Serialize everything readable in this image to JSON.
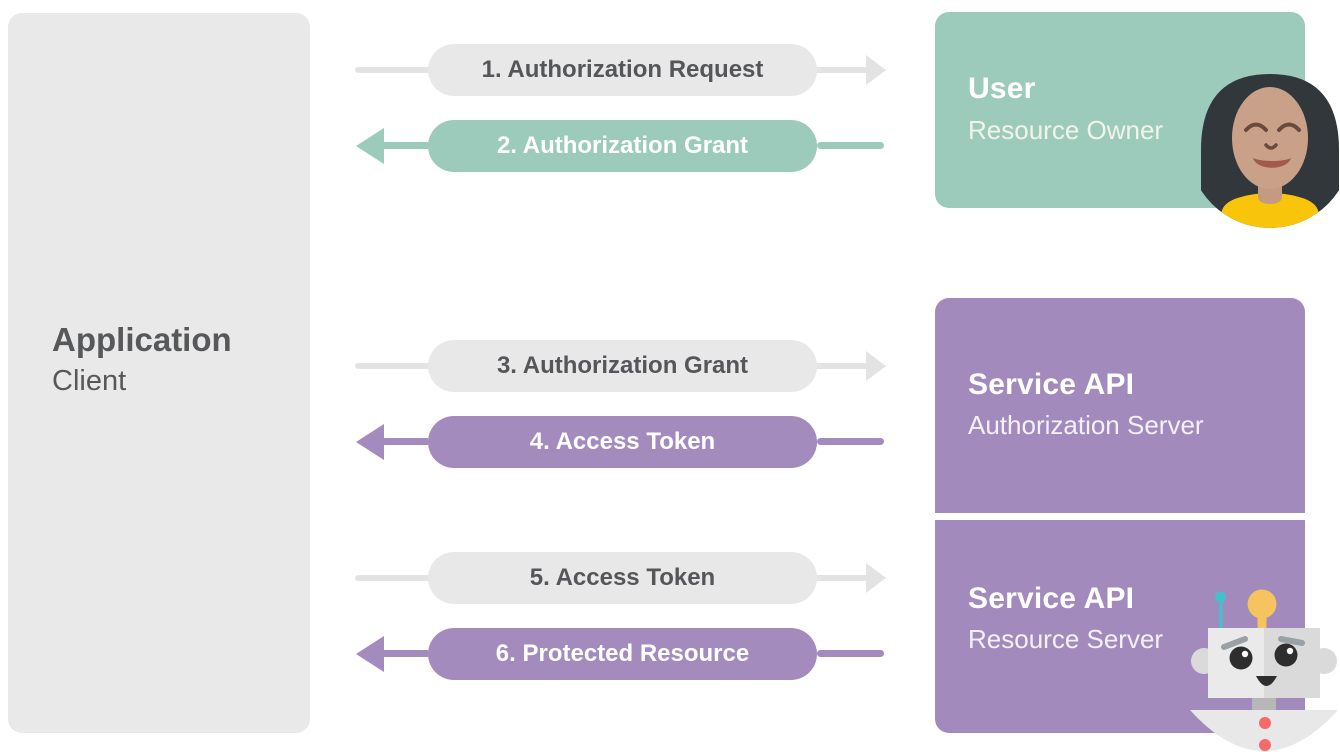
{
  "diagram_type": "oauth2-abstract-flow",
  "colors": {
    "green": "#9ccbbb",
    "purple": "#a28abc",
    "gray_box": "#e9e9e9",
    "gray_pill": "#e8e8e8",
    "gray_arrow": "#e3e3e3",
    "dark_text": "#57585a",
    "white": "#ffffff"
  },
  "nodes": {
    "application": {
      "title": "Application",
      "subtitle": "Client"
    },
    "user": {
      "title": "User",
      "subtitle": "Resource Owner"
    },
    "auth_server": {
      "title": "Service API",
      "subtitle": "Authorization Server"
    },
    "resource_server": {
      "title": "Service API",
      "subtitle": "Resource Server"
    }
  },
  "flows": [
    {
      "label": "1. Authorization Request",
      "direction": "right",
      "style": "gray"
    },
    {
      "label": "2. Authorization Grant",
      "direction": "left",
      "style": "green"
    },
    {
      "label": "3. Authorization Grant",
      "direction": "right",
      "style": "gray"
    },
    {
      "label": "4. Access Token",
      "direction": "left",
      "style": "purple"
    },
    {
      "label": "5. Access Token",
      "direction": "right",
      "style": "gray"
    },
    {
      "label": "6. Protected Resource",
      "direction": "left",
      "style": "purple"
    }
  ],
  "icons": {
    "user_avatar": "woman-avatar-icon",
    "resource_robot": "robot-icon"
  }
}
